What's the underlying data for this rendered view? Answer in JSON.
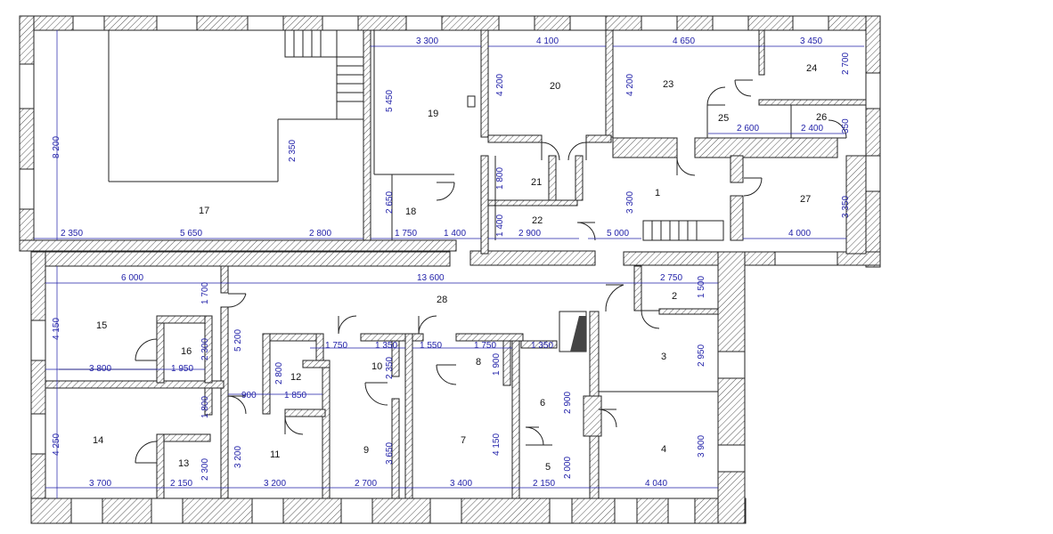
{
  "rooms": [
    {
      "id": "r1",
      "label": "1"
    },
    {
      "id": "r2",
      "label": "2"
    },
    {
      "id": "r3",
      "label": "3"
    },
    {
      "id": "r4",
      "label": "4"
    },
    {
      "id": "r5",
      "label": "5"
    },
    {
      "id": "r6",
      "label": "6"
    },
    {
      "id": "r7",
      "label": "7"
    },
    {
      "id": "r8",
      "label": "8"
    },
    {
      "id": "r9",
      "label": "9"
    },
    {
      "id": "r10",
      "label": "10"
    },
    {
      "id": "r11",
      "label": "11"
    },
    {
      "id": "r12",
      "label": "12"
    },
    {
      "id": "r13",
      "label": "13"
    },
    {
      "id": "r14",
      "label": "14"
    },
    {
      "id": "r15",
      "label": "15"
    },
    {
      "id": "r16",
      "label": "16"
    },
    {
      "id": "r17",
      "label": "17"
    },
    {
      "id": "r18",
      "label": "18"
    },
    {
      "id": "r19",
      "label": "19"
    },
    {
      "id": "r20",
      "label": "20"
    },
    {
      "id": "r21",
      "label": "21"
    },
    {
      "id": "r22",
      "label": "22"
    },
    {
      "id": "r23",
      "label": "23"
    },
    {
      "id": "r24",
      "label": "24"
    },
    {
      "id": "r25",
      "label": "25"
    },
    {
      "id": "r26",
      "label": "26"
    },
    {
      "id": "r27",
      "label": "27"
    },
    {
      "id": "r28",
      "label": "28"
    }
  ],
  "dimensions": [
    "3 300",
    "4 100",
    "4 650",
    "3 450",
    "2 700",
    "5 450",
    "4 200",
    "4 200",
    "8 200",
    "2 350",
    "2 600",
    "2 400",
    "350",
    "1 800",
    "2 650",
    "3 300",
    "3 350",
    "1 400",
    "2 350",
    "5 650",
    "2 800",
    "1 750",
    "1 400",
    "2 900",
    "5 000",
    "4 000",
    "6 000",
    "13 600",
    "2 750",
    "1 700",
    "1 500",
    "4 150",
    "5 200",
    "2 300",
    "1 750",
    "1 350",
    "1 550",
    "1 750",
    "1 350",
    "2 950",
    "3 800",
    "1 950",
    "2 800",
    "2 350",
    "1 900",
    "1 800",
    "1 850",
    "900",
    "2 900",
    "4 250",
    "3 200",
    "3 650",
    "4 150",
    "2 300",
    "3 900",
    "2 000",
    "3 700",
    "2 150",
    "3 200",
    "2 700",
    "3 400",
    "2 150",
    "4 040"
  ]
}
